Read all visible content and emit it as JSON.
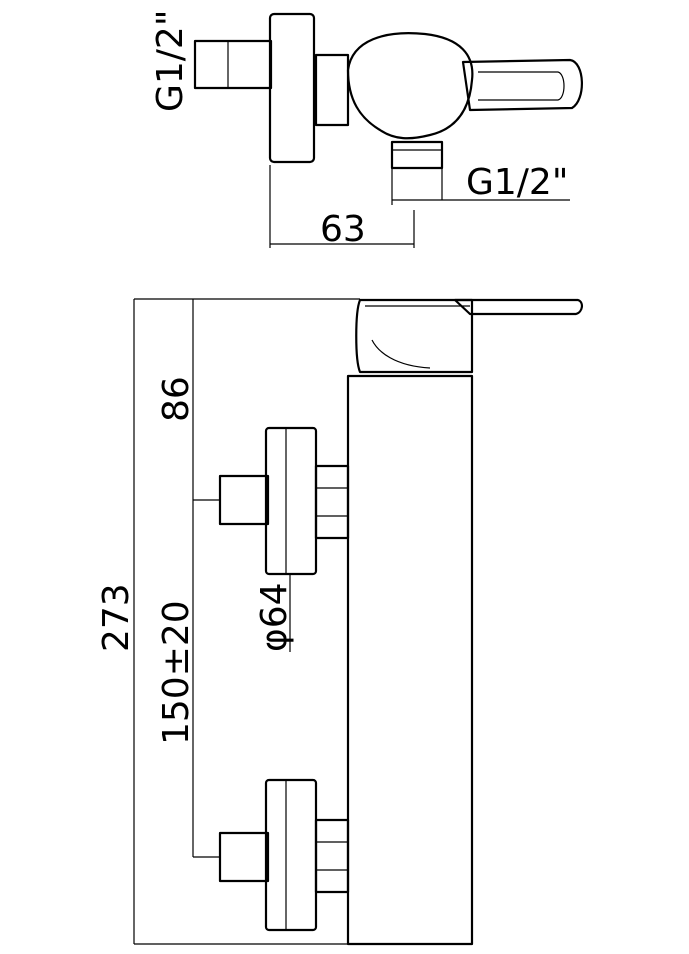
{
  "top_view": {
    "inlet_thread_label": "G1/2\"",
    "outlet_thread_label": "G1/2\"",
    "depth_label": "63"
  },
  "side_view": {
    "overall_height_label": "273",
    "top_to_inlet_label": "86",
    "inlet_spacing_label": "150±20",
    "flange_diameter_label": "φ64"
  }
}
